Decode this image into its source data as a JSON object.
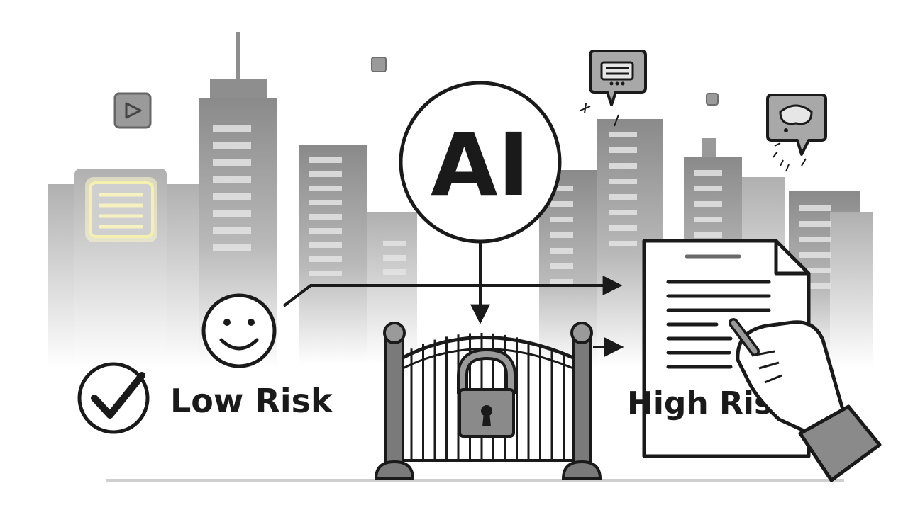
{
  "center_badge": {
    "text": "AI"
  },
  "labels": {
    "low_risk": "Low Risk",
    "high_risk": "High Risk"
  },
  "icons": {
    "badge": "ai-badge",
    "smile": "smiley-face-icon",
    "check": "checkmark-circle-icon",
    "gate": "gate-icon",
    "lock": "padlock-icon",
    "document": "document-icon",
    "hand": "hand-pen-icon",
    "play": "play-icon",
    "list": "glowing-list-icon",
    "speech_robot": "speech-bubble-robot-icon",
    "speech_mask": "speech-bubble-mask-icon"
  },
  "colors": {
    "ink": "#1a1a1a",
    "building": "#8e8e8e",
    "lock_body": "#8a8a8a",
    "glow": "#f3f0b0"
  }
}
